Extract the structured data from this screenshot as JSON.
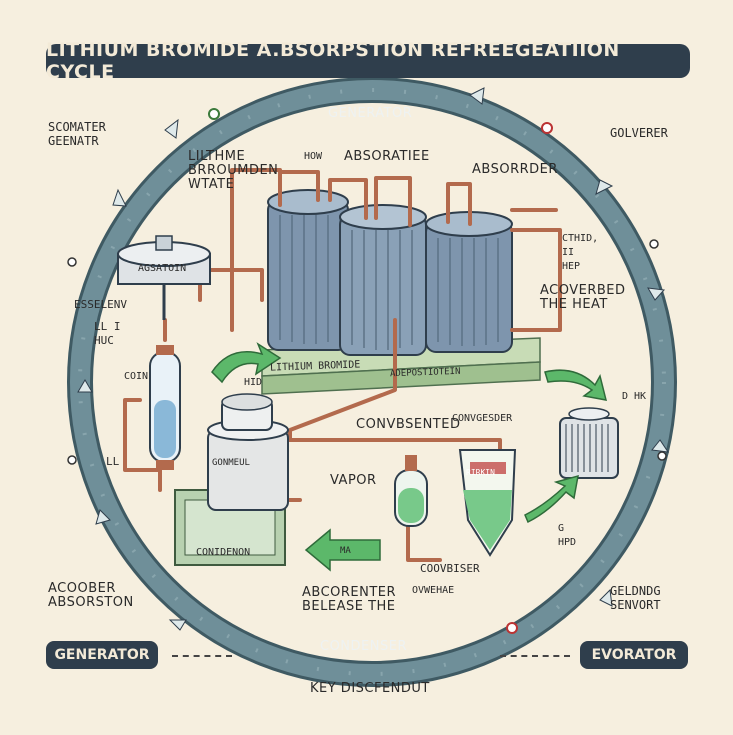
{
  "title": "LITHIUM BROMIDE A.BSORPSTION REFREEGEATIION CYCLE",
  "ring": {
    "top_label": "GENERATOR",
    "bottom_label": "CONDENSER"
  },
  "labels": {
    "top_left": "SCOMATER\nGEENATR",
    "top_right": "GOLVERER",
    "lithium": "LILTHME\nBRROUMDEN\nWTATE",
    "how": "HOW",
    "absoratiee": "ABSORATIEE",
    "absorrder": "ABSORRDER",
    "agsatoin": "AGSATOIN",
    "esselenv": "ESSELENV",
    "ll_huc": "LL   I\nHUC",
    "com": "COIN",
    "ll": "LL",
    "hid": "HID",
    "chid_hep": "CTHID,\nII\nHEP",
    "acoverbed": "ACOVERBED\nTHE HEAT",
    "platform_left": "LITHIUM BROMIDE",
    "platform_right": "ADEPOSTIOTEIN",
    "convbsented": "CONVBSENTED",
    "convgesder": "CONVGESDER",
    "vapor": "VAPOR",
    "gonmeul": "GONMEUL",
    "conidenon": "CONIDENON",
    "ma": "MA",
    "dhk": "D HK",
    "g_hpd": "G\nHPD",
    "coovbiser": "COOVBISER",
    "ovwehae": "OVWEHAE",
    "aborenter": "ABCORENTER\nBELEASE THE",
    "acoober": "ACOOBER\nABSORSTON",
    "geldndg": "GELDNDG\nSENVORT",
    "rirkin": "RIRKIN",
    "key": "KEY DISCFENDUT"
  },
  "legend": {
    "left_pill": "GENERATOR",
    "right_pill": "EVORATOR"
  },
  "colors": {
    "ring": "#5f7f89",
    "ring_dark": "#3f5a63",
    "banner": "#2f3e4c",
    "pipe": "#b36a4d",
    "tank": "#7e95ad",
    "platform": "#c8dcb6",
    "liquid_green": "#78c98a",
    "liquid_blue": "#8ab8d8",
    "arrow_green": "#5cb86a"
  }
}
